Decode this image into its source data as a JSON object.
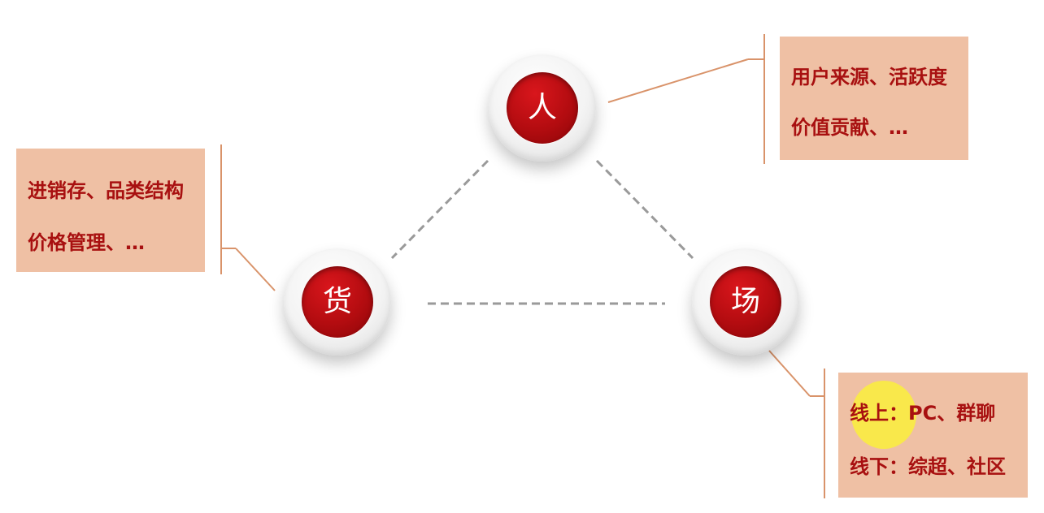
{
  "nodes": {
    "people": "人",
    "goods": "货",
    "venue": "场"
  },
  "boxes": {
    "people": {
      "line1": "用户来源、活跃度",
      "line2": "价值贡献、…"
    },
    "goods": {
      "line1": "进销存、品类结构",
      "line2": "价格管理、…"
    },
    "venue": {
      "line1": "线上：PC、群聊",
      "line2": "线下：综超、社区"
    }
  },
  "colors": {
    "node_red": "#b30c10",
    "box_fill": "#efc0a4",
    "box_text": "#a81010",
    "connector": "#d9936a",
    "dashed": "#9a9a9a",
    "cursor_highlight": "#f8ea3c"
  }
}
